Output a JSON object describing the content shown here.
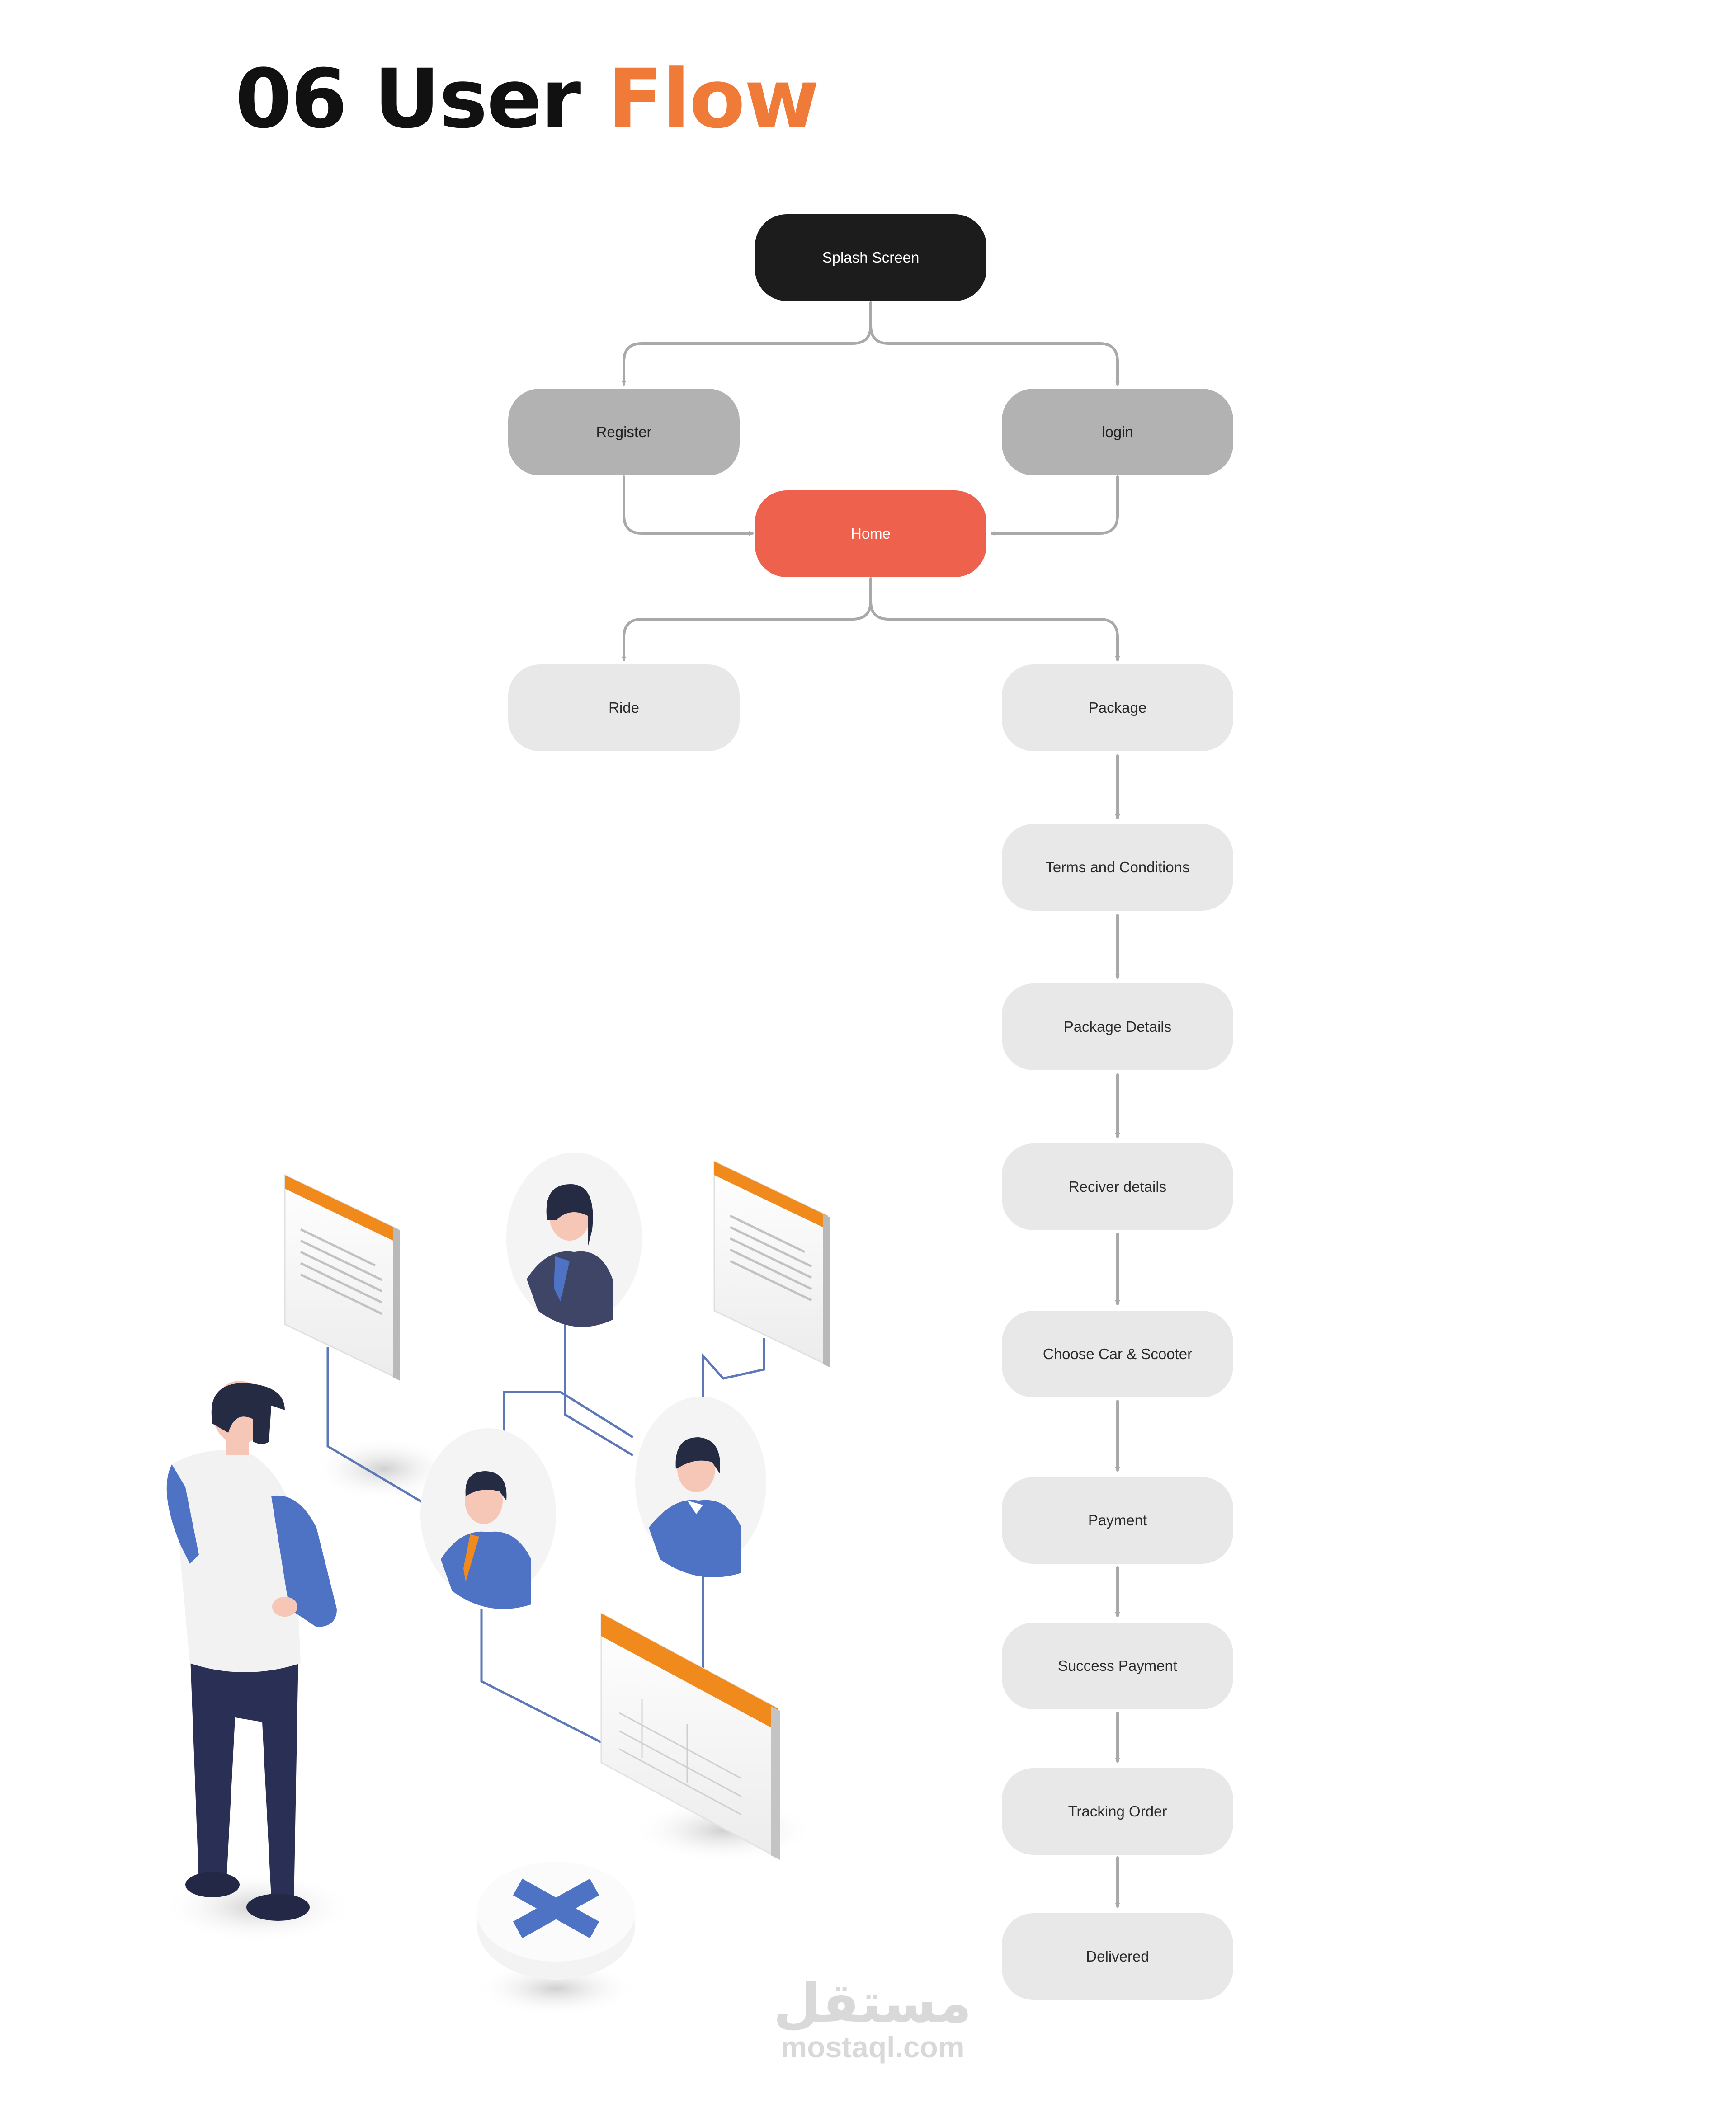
{
  "title": {
    "number": "06",
    "word1": "User",
    "word2": "Flow"
  },
  "colors": {
    "accent_text": "#f07b39",
    "start_node": "#1c1c1c",
    "auth_node": "#b2b2b2",
    "home_node": "#ee614c",
    "step_node": "#e8e8e8",
    "connector": "#a9a9a9"
  },
  "flow": {
    "nodes": {
      "splash": "Splash Screen",
      "register": "Register",
      "login": "login",
      "home": "Home",
      "ride": "Ride",
      "package": "Package",
      "terms": "Terms and Conditions",
      "package_details": "Package Details",
      "receiver_details": "Reciver details",
      "choose_vehicle": "Choose Car & Scooter",
      "payment": "Payment",
      "success_payment": "Success Payment",
      "tracking_order": "Tracking Order",
      "delivered": "Delivered"
    },
    "edges": [
      [
        "splash",
        "register"
      ],
      [
        "splash",
        "login"
      ],
      [
        "register",
        "home"
      ],
      [
        "login",
        "home"
      ],
      [
        "home",
        "ride"
      ],
      [
        "home",
        "package"
      ],
      [
        "package",
        "terms"
      ],
      [
        "terms",
        "package_details"
      ],
      [
        "package_details",
        "receiver_details"
      ],
      [
        "receiver_details",
        "choose_vehicle"
      ],
      [
        "choose_vehicle",
        "payment"
      ],
      [
        "payment",
        "success_payment"
      ],
      [
        "success_payment",
        "tracking_order"
      ],
      [
        "tracking_order",
        "delivered"
      ]
    ]
  },
  "watermark": {
    "arabic": "مستقل",
    "latin": "mostaql.com"
  }
}
